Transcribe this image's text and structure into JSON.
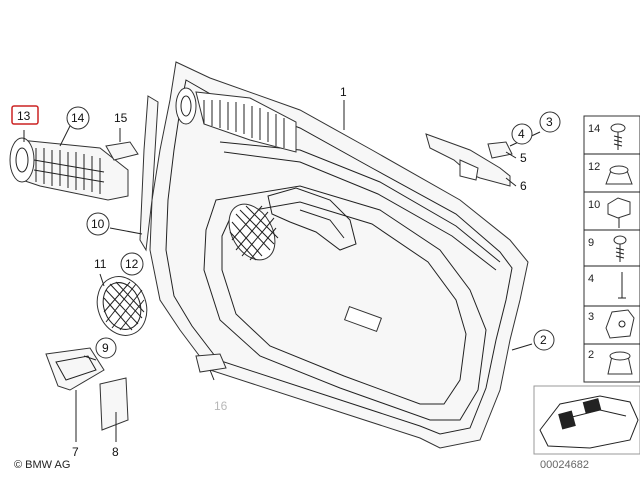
{
  "diagram": {
    "highlighted_part": "13",
    "callouts": [
      {
        "id": "c1",
        "label": "1"
      },
      {
        "id": "c2",
        "label": "2"
      },
      {
        "id": "c3",
        "label": "3"
      },
      {
        "id": "c4",
        "label": "4"
      },
      {
        "id": "c5",
        "label": "5"
      },
      {
        "id": "c6",
        "label": "6"
      },
      {
        "id": "c7",
        "label": "7"
      },
      {
        "id": "c8",
        "label": "8"
      },
      {
        "id": "c9",
        "label": "9"
      },
      {
        "id": "c10",
        "label": "10"
      },
      {
        "id": "c11",
        "label": "11"
      },
      {
        "id": "c12",
        "label": "12"
      },
      {
        "id": "c13",
        "label": "13"
      },
      {
        "id": "c14",
        "label": "14"
      },
      {
        "id": "c15",
        "label": "15"
      },
      {
        "id": "c16",
        "label": "16"
      }
    ],
    "side_panel": [
      {
        "label": "14"
      },
      {
        "label": "12"
      },
      {
        "label": "10"
      },
      {
        "label": "9"
      },
      {
        "label": "4"
      },
      {
        "label": "3"
      },
      {
        "label": "2"
      }
    ],
    "copyright": "© BMW AG",
    "diagram_number": "00024682"
  },
  "colors": {
    "highlight_border": "#cc2222",
    "inactive_label": "#b8b8b8"
  }
}
